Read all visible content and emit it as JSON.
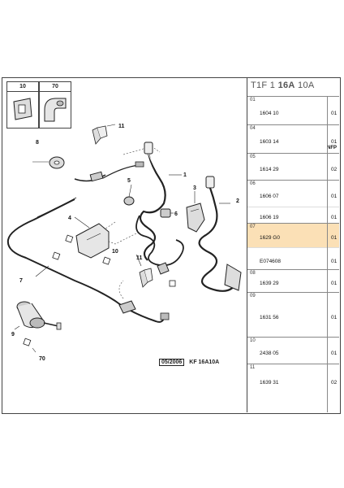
{
  "header": {
    "code_prefix": "T1F 1",
    "code_main": "16A",
    "code_suffix": "10A"
  },
  "inset": {
    "left_label": "10",
    "right_label": "70"
  },
  "callouts": {
    "c1": "1",
    "c2": "2",
    "c3": "3",
    "c4": "4",
    "c5": "5",
    "c6": "6",
    "c7": "7",
    "c8": "8",
    "c9": "9",
    "c10": "10",
    "c11a": "11",
    "c11b": "11",
    "c70": "70"
  },
  "footer": {
    "date": "05/2006",
    "model": "KF 16A10A"
  },
  "parts": [
    {
      "index": "01",
      "ref": "1604 10",
      "qty": "01",
      "nfp": ""
    },
    {
      "index": "04",
      "ref": "1603 14",
      "qty": "01",
      "nfp": "NFP"
    },
    {
      "index": "05",
      "ref": "1614 29",
      "qty": "02",
      "nfp": ""
    },
    {
      "index": "06",
      "ref": "1606 07",
      "qty": "01",
      "nfp": ""
    },
    {
      "index": "",
      "ref": "1606 19",
      "qty": "01",
      "nfp": ""
    },
    {
      "index": "07",
      "ref": "1629 G0",
      "qty": "01",
      "nfp": "",
      "highlight": true
    },
    {
      "index": "",
      "ref": "E074608",
      "qty": "01",
      "nfp": ""
    },
    {
      "index": "08",
      "ref": "1639 29",
      "qty": "01",
      "nfp": ""
    },
    {
      "index": "09",
      "ref": "1631 56",
      "qty": "01",
      "nfp": ""
    },
    {
      "index": "10",
      "ref": "2438 05",
      "qty": "01",
      "nfp": ""
    },
    {
      "index": "11",
      "ref": "1639 31",
      "qty": "02",
      "nfp": ""
    }
  ]
}
